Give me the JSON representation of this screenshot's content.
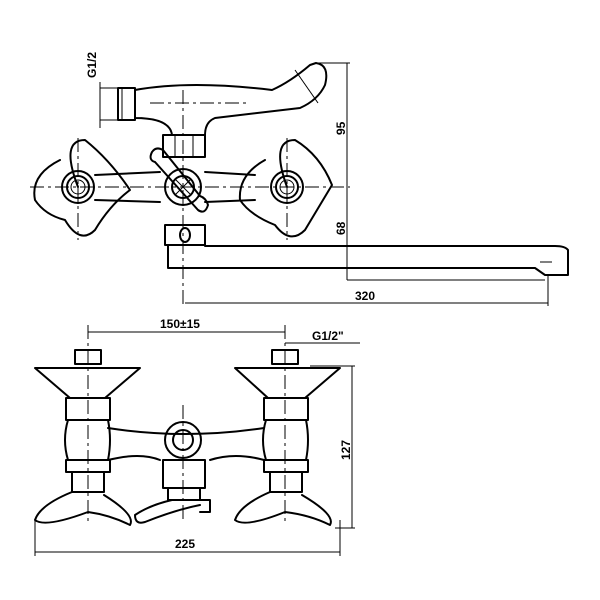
{
  "drawing": {
    "top_view": {
      "inlet_thread_label": "G1/2",
      "height_upper_label": "95",
      "height_lower_label": "68",
      "spout_reach_label": "320"
    },
    "front_view": {
      "center_distance_label": "150±15",
      "connection_thread_label": "G1/2\"",
      "height_label": "127",
      "overall_width_label": "225"
    }
  }
}
